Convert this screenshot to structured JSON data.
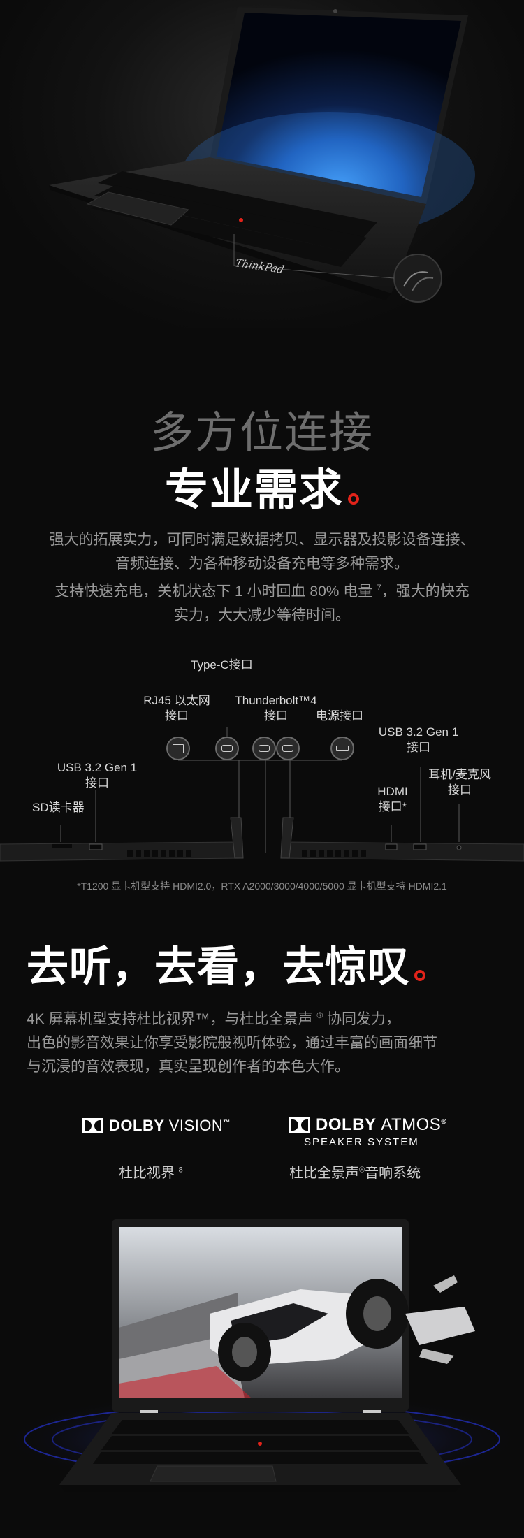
{
  "hero": {
    "brand_logo": "ThinkPad"
  },
  "connect": {
    "title_line1": "多方位连接",
    "title_line2": "专业需求",
    "desc_line1": "强大的拓展实力，可同时满足数据拷贝、显示器及投影设备连接、",
    "desc_line2": "音频连接、为各种移动设备充电等多种需求。",
    "desc_line3_a": "支持快速充电，关机状态下 1 小时回血 80% 电量",
    "desc_line3_sup": "7",
    "desc_line3_b": "，强大的快充",
    "desc_line4": "实力，大大减少等待时间。"
  },
  "ports": {
    "type_c": "Type-C接口",
    "rj45_l1": "RJ45 以太网",
    "rj45_l2": "接口",
    "thunderbolt_l1": "Thunderbolt™4",
    "thunderbolt_l2": "接口",
    "power": "电源接口",
    "usb_right_l1": "USB 3.2 Gen 1",
    "usb_right_l2": "接口",
    "usb_left_l1": "USB 3.2 Gen 1",
    "usb_left_l2": "接口",
    "sd": "SD读卡器",
    "hdmi_l1": "HDMI",
    "hdmi_l2": "接口*",
    "audio_l1": "耳机/麦克风",
    "audio_l2": "接口",
    "footnote": "*T1200 显卡机型支持 HDMI2.0，RTX A2000/3000/4000/5000 显卡机型支持 HDMI2.1"
  },
  "av": {
    "title": "去听，去看，去惊叹",
    "desc_line1_a": "4K 屏幕机型支持杜比视界™，与杜比全景声",
    "desc_line1_sup": "®",
    "desc_line1_b": " 协同发力，",
    "desc_line2": "出色的影音效果让你享受影院般视听体验，通过丰富的画面细节",
    "desc_line3": "与沉浸的音效表现，真实呈现创作者的本色大作。",
    "dolby_vision_bold": "DOLBY",
    "dolby_vision_thin": "VISION",
    "dolby_vision_tm": "™",
    "dolby_atmos_bold": "DOLBY",
    "dolby_atmos_thin": "ATMOS",
    "dolby_atmos_reg": "®",
    "speaker_system": "SPEAKER SYSTEM",
    "vision_caption": "杜比视界",
    "vision_caption_sup": "8",
    "atmos_caption_a": "杜比全景声",
    "atmos_caption_sup": "®",
    "atmos_caption_b": "音响系统"
  },
  "colors": {
    "accent": "#e2231a",
    "background": "#0b0b0b",
    "body_text": "#9a9a9a"
  }
}
